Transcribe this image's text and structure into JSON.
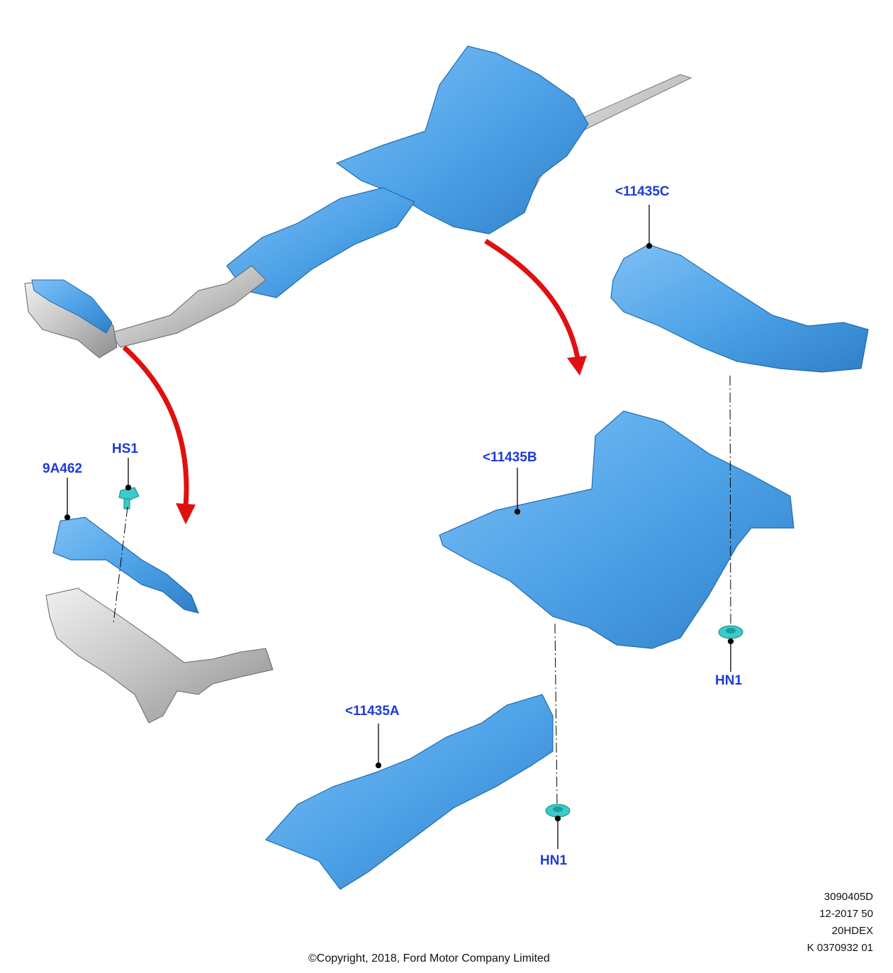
{
  "labels": {
    "heat_shield_c": "<11435C",
    "heat_shield_b": "<11435B",
    "heat_shield_a": "<11435A",
    "manifold_shield": "9A462",
    "screw": "HS1",
    "nut_right": "HN1",
    "nut_center": "HN1"
  },
  "meta": {
    "line1": "3090405D",
    "line2": "12-2017 50",
    "line3": "20HDEX",
    "line4": "K 0370932 01"
  },
  "copyright": "©Copyright, 2018, Ford Motor Company Limited",
  "colors": {
    "shield": "#4fa3e8",
    "shield_dark": "#2f7fc8",
    "metal": "#c8c8c8",
    "fastener": "#3cc9c9",
    "arrow": "#e01010",
    "label": "#1f3ad6"
  }
}
